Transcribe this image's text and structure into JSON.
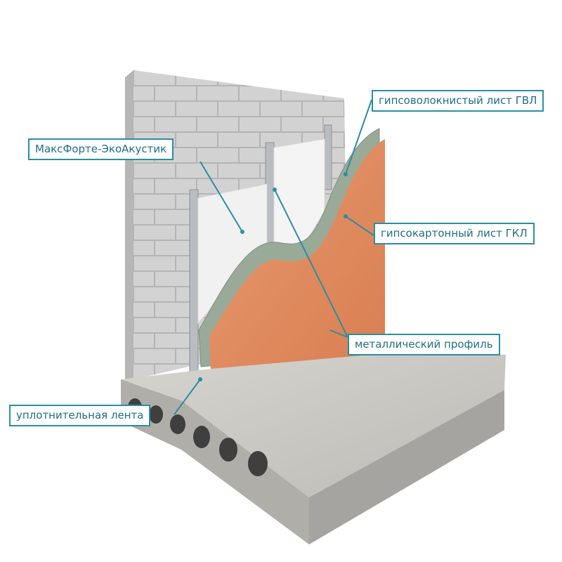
{
  "callouts": {
    "ecoacoustic": "МаксФорте-ЭкоАкустик",
    "gvl": "гипсоволокнистый лист ГВЛ",
    "gkl": "гипсокартонный лист ГКЛ",
    "profile": "металлический профиль",
    "tape": "уплотнительная лента"
  },
  "colors": {
    "callout_border": "#2a8fa3",
    "callout_text": "#1f6f86",
    "brick": "#cfcfcf",
    "insulation": "#efefef",
    "gvl_board": "#9aaa98",
    "gkl_board": "#e08a5e",
    "concrete": "#c4c2bd"
  }
}
